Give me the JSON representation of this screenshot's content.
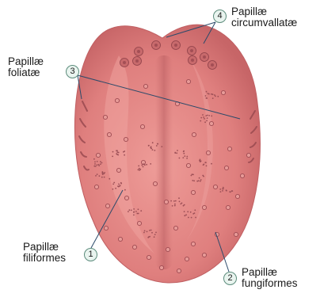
{
  "labels": [
    {
      "number": "1",
      "text": "Papillæ\nfiliformes"
    },
    {
      "number": "2",
      "text": "Papillæ\nfungiformes"
    },
    {
      "number": "3",
      "text": "Papillæ\nfoliatæ"
    },
    {
      "number": "4",
      "text": "Papillæ\ncircumvallatæ"
    }
  ],
  "colors": {
    "tongue_base": "#d97474",
    "tongue_highlight": "#f1a9a5",
    "tongue_edge": "#b35a5c",
    "leader_line": "#2b4a6a",
    "badge_fill": "#e9f4ef",
    "badge_stroke": "#5c8c7c"
  }
}
